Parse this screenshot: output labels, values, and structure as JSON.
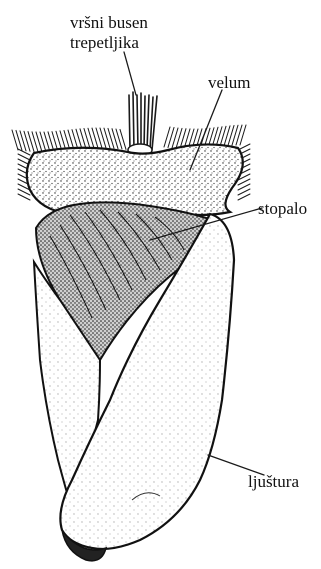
{
  "figure": {
    "labels": {
      "apical_tuft_line1": "vršni busen",
      "apical_tuft_line2": "trepetljika",
      "velum": "velum",
      "foot": "stopalo",
      "shell": "ljuštura"
    },
    "colors": {
      "ink": "#111111",
      "paper": "#ffffff",
      "stipple": "#2a2a2a"
    }
  }
}
